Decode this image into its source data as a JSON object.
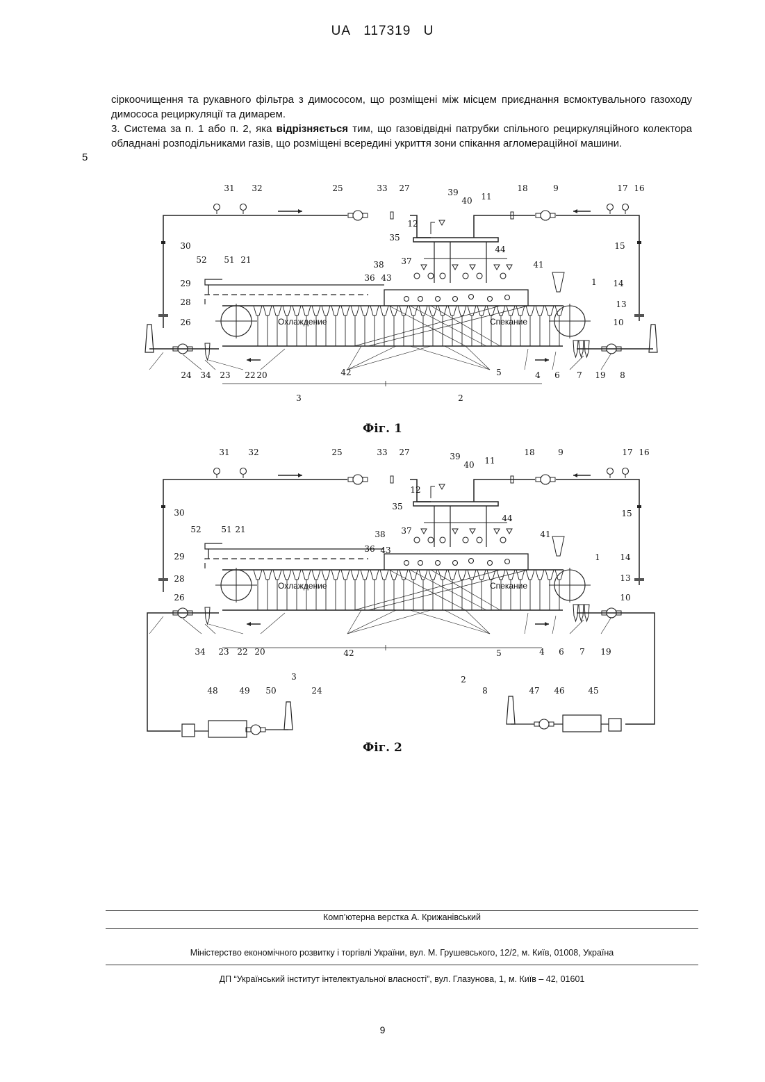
{
  "header": {
    "country": "UA",
    "number": "117319",
    "kind": "U"
  },
  "paragraphs": {
    "p1": "сіркоочищення та рукавного фільтра з димососом, що розміщені між місцем приєднання всмоктувального газоходу димососа рециркуляції та димарем.",
    "p2_start": "3. Система за п. 1 або п. 2, яка ",
    "p2_bold": "відрізняється",
    "p2_end": " тим, що газовідвідні патрубки спільного рециркуляційного колектора обладнані розподільниками газів, що розміщені всередині укриття зони спікання агломераційної машини."
  },
  "line_number": "5",
  "figures": {
    "zone_cooling": "Охлаждение",
    "zone_sintering": "Спекание",
    "fig1_label": "Фіг. 1",
    "fig2_label": "Фіг. 2",
    "ref_numbers": [
      "1",
      "2",
      "3",
      "4",
      "5",
      "6",
      "7",
      "8",
      "9",
      "10",
      "11",
      "12",
      "13",
      "14",
      "15",
      "16",
      "17",
      "18",
      "19",
      "20",
      "21",
      "22",
      "23",
      "24",
      "25",
      "26",
      "27",
      "28",
      "29",
      "30",
      "31",
      "32",
      "33",
      "34",
      "35",
      "36",
      "37",
      "38",
      "39",
      "40",
      "41",
      "42",
      "43",
      "44",
      "45",
      "46",
      "47",
      "48",
      "49",
      "50",
      "51",
      "52"
    ]
  },
  "footer": {
    "layout": "Комп’ютерна верстка А. Крижанівський",
    "ministry": "Міністерство економічного розвитку і торгівлі України, вул. М. Грушевського, 12/2, м. Київ, 01008, Україна",
    "institute": "ДП “Український інститут інтелектуальної власності”, вул. Глазунова, 1, м. Київ – 42, 01601"
  },
  "page_number": "9"
}
